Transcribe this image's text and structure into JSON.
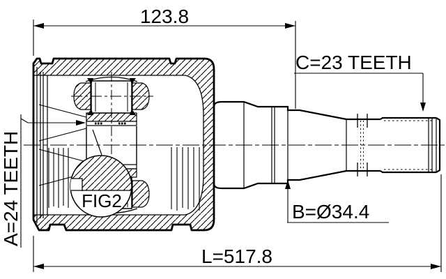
{
  "drawing": {
    "labels": {
      "dim_width": "123.8",
      "spline_a": "A=24 TEETH",
      "spline_c": "C=23 TEETH",
      "diameter_b": "B=Ø34.4",
      "length_l": "L=517.8",
      "figure_ref": "FIG2"
    },
    "colors": {
      "line": "#000000",
      "background": "#ffffff"
    }
  }
}
